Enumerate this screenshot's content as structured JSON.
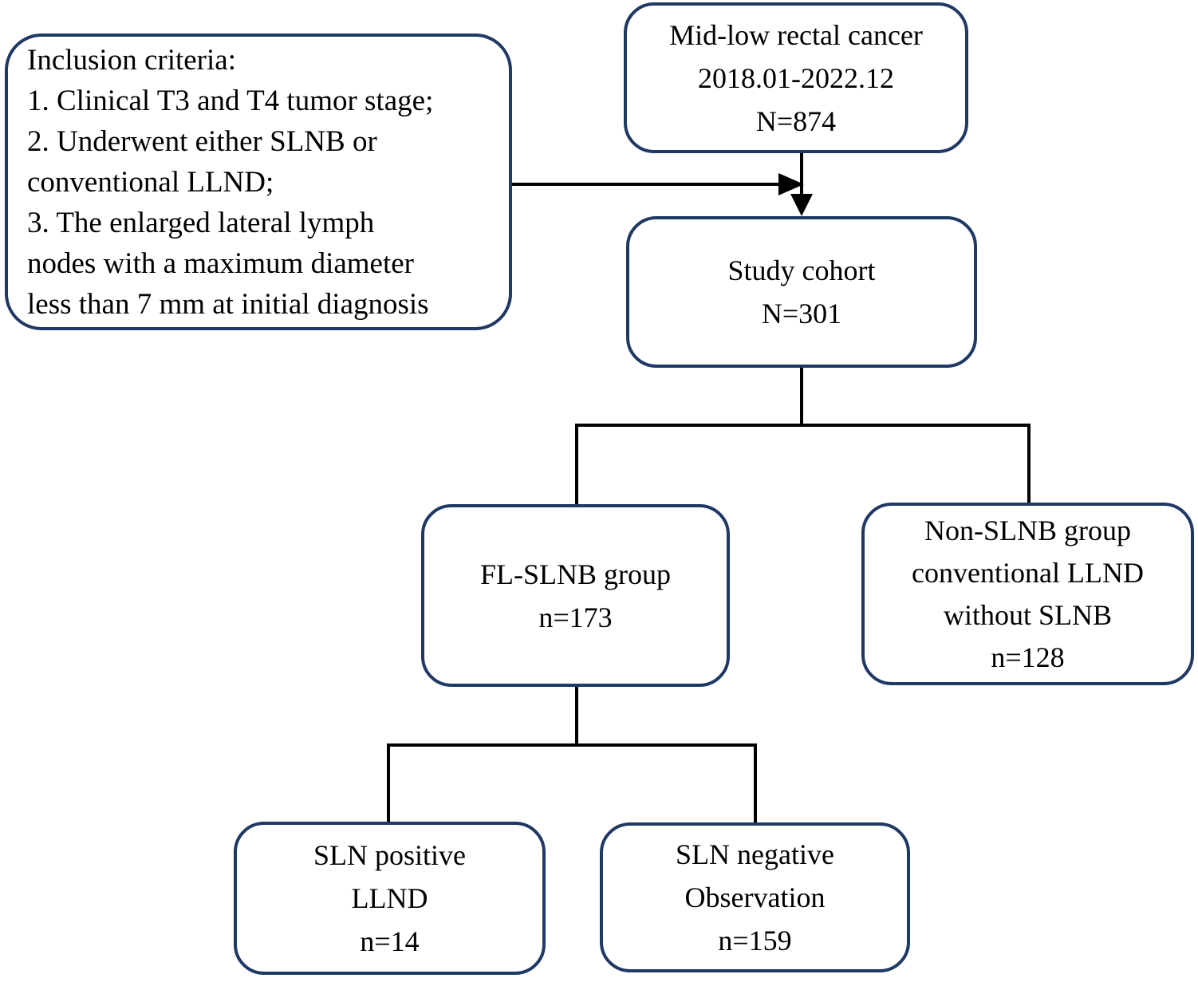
{
  "diagram": {
    "type": "flowchart",
    "background": "#ffffff",
    "colors": {
      "box_border": "#1f3864",
      "connector": "#000000",
      "text": "#000000"
    },
    "boxes": {
      "inclusion_criteria": {
        "align": "left",
        "lines": [
          "Inclusion criteria:",
          "1. Clinical T3 and T4 tumor stage;",
          "2. Underwent either SLNB or",
          "conventional LLND;",
          "3. The enlarged lateral lymph",
          "nodes with a maximum diameter",
          "less than 7 mm at initial diagnosis"
        ]
      },
      "source_population": {
        "lines": [
          "Mid-low rectal cancer",
          "2018.01-2022.12",
          "N=874"
        ]
      },
      "study_cohort": {
        "lines": [
          "Study cohort",
          "N=301"
        ]
      },
      "fl_slnb_group": {
        "lines": [
          "FL-SLNB group",
          "n=173"
        ]
      },
      "non_slnb_group": {
        "lines": [
          "Non-SLNB group",
          "conventional LLND",
          "without SLNB",
          "n=128"
        ]
      },
      "sln_positive": {
        "lines": [
          "SLN positive",
          "LLND",
          "n=14"
        ]
      },
      "sln_negative": {
        "lines": [
          "SLN negative",
          "Observation",
          "n=159"
        ]
      }
    },
    "edges": [
      {
        "from": "inclusion_criteria",
        "to": "source_to_cohort_connector",
        "style": "arrow"
      },
      {
        "from": "source_population",
        "to": "study_cohort",
        "style": "arrow"
      },
      {
        "from": "study_cohort",
        "to": "fl_slnb_group",
        "style": "line"
      },
      {
        "from": "study_cohort",
        "to": "non_slnb_group",
        "style": "line"
      },
      {
        "from": "fl_slnb_group",
        "to": "sln_positive",
        "style": "line"
      },
      {
        "from": "fl_slnb_group",
        "to": "sln_negative",
        "style": "line"
      }
    ]
  }
}
